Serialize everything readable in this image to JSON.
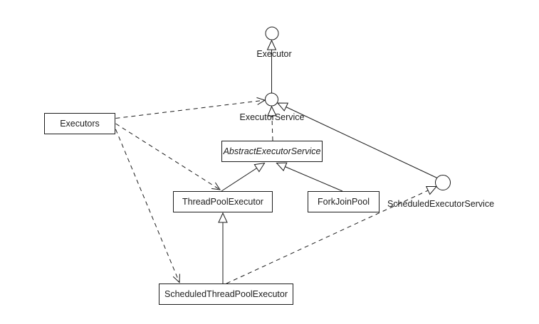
{
  "diagram": {
    "background": "#ffffff",
    "line_color": "#1c1c1c",
    "text_color": "#1c1c1c",
    "nodes": {
      "executor": {
        "label": "Executor",
        "shape": "circle-interface"
      },
      "executor_service": {
        "label": "ExecutorService",
        "shape": "circle-interface"
      },
      "scheduled_executor_service": {
        "label": "ScheduledExecutorService",
        "shape": "circle-interface"
      },
      "executors": {
        "label": "Executors",
        "shape": "box"
      },
      "abstract_executor_service": {
        "label": "AbstractExecutorService",
        "shape": "box",
        "style": "italic-abstract"
      },
      "thread_pool_executor": {
        "label": "ThreadPoolExecutor",
        "shape": "box"
      },
      "fork_join_pool": {
        "label": "ForkJoinPool",
        "shape": "box"
      },
      "scheduled_thread_pool_executor": {
        "label": "ScheduledThreadPoolExecutor",
        "shape": "box"
      }
    },
    "edges": [
      {
        "from": "executor_service",
        "to": "executor",
        "type": "extends",
        "line": "solid",
        "arrow": "hollow-triangle"
      },
      {
        "from": "abstract_executor_service",
        "to": "executor_service",
        "type": "implements",
        "line": "dashed",
        "arrow": "hollow-triangle"
      },
      {
        "from": "scheduled_executor_service",
        "to": "executor_service",
        "type": "extends",
        "line": "solid",
        "arrow": "hollow-triangle"
      },
      {
        "from": "thread_pool_executor",
        "to": "abstract_executor_service",
        "type": "extends",
        "line": "solid",
        "arrow": "hollow-triangle"
      },
      {
        "from": "fork_join_pool",
        "to": "abstract_executor_service",
        "type": "extends",
        "line": "solid",
        "arrow": "hollow-triangle"
      },
      {
        "from": "scheduled_thread_pool_executor",
        "to": "thread_pool_executor",
        "type": "extends",
        "line": "solid",
        "arrow": "hollow-triangle"
      },
      {
        "from": "scheduled_thread_pool_executor",
        "to": "scheduled_executor_service",
        "type": "implements",
        "line": "dashed",
        "arrow": "hollow-triangle"
      },
      {
        "from": "executors",
        "to": "executor_service",
        "type": "dependency",
        "line": "dashed",
        "arrow": "open"
      },
      {
        "from": "executors",
        "to": "thread_pool_executor",
        "type": "dependency",
        "line": "dashed",
        "arrow": "open"
      },
      {
        "from": "executors",
        "to": "scheduled_thread_pool_executor",
        "type": "dependency",
        "line": "dashed",
        "arrow": "open"
      }
    ]
  }
}
